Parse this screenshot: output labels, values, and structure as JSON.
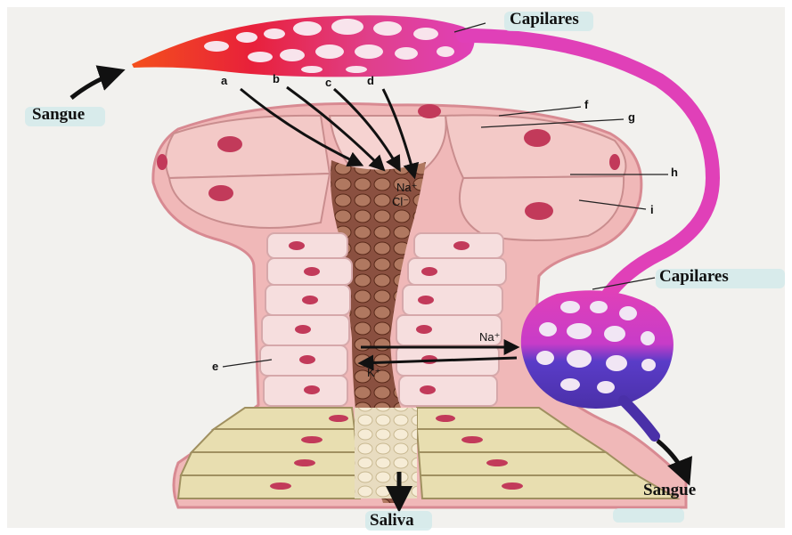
{
  "labels": {
    "capilares_top": "Capilares",
    "capilares_mid": "Capilares",
    "sangue_left": "Sangue",
    "sangue_right": "Sangue",
    "saliva": "Saliva",
    "a": "a",
    "b": "b",
    "c": "c",
    "d": "d",
    "e": "e",
    "f": "f",
    "g": "g",
    "h": "h",
    "i": "i"
  },
  "ions": {
    "na_top": "Na⁺",
    "cl_top": "Cl⁻",
    "na_mid": "Na⁺",
    "k_mid": "K⁺"
  },
  "colors": {
    "artery": "#e8203a",
    "capillary": "#e040b8",
    "vein": "#5a3cc8",
    "acinar_cell": "#f3c9c7",
    "duct_cell": "#f6dede",
    "striated_cell": "#e8deb0",
    "nucleus": "#c23a5a",
    "lumen": "#5a2a1a"
  }
}
